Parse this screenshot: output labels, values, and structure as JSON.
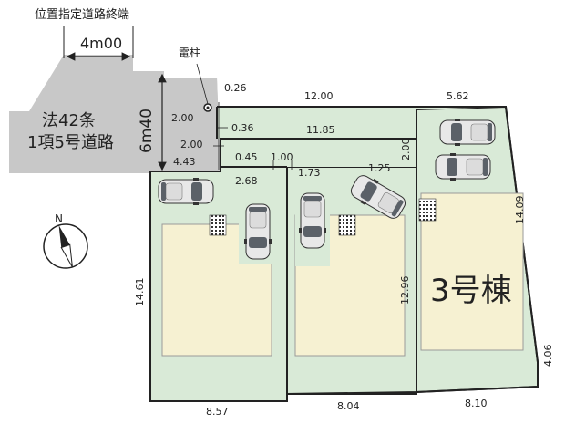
{
  "colors": {
    "road": "#c8c8c8",
    "lot": "#d9ead7",
    "house": "#f6f1d2",
    "boundary": "#222222",
    "car_body": "#e8e8e8",
    "car_glass": "#5b6168"
  },
  "road": {
    "end_label": "位置指定道路終端",
    "width_top": "4m00",
    "width_side": "6m40",
    "legal_line1": "法42条",
    "legal_line2": "1項5号道路",
    "pole_label": "電柱"
  },
  "house_label": "3号棟",
  "compass_label": "N",
  "dimensions": {
    "d_026": "0.26",
    "d_200_a": "2.00",
    "d_036": "0.36",
    "d_200_b": "2.00",
    "d_045": "0.45",
    "d_100": "1.00",
    "d_443": "4.43",
    "d_268": "2.68",
    "d_173": "1.73",
    "d_125": "1.25",
    "d_200_c": "2.00",
    "d_1200": "12.00",
    "d_562": "5.62",
    "d_1185": "11.85",
    "d_1409": "14.09",
    "d_1461": "14.61",
    "d_1296": "12.96",
    "d_406": "4.06",
    "d_857": "8.57",
    "d_804": "8.04",
    "d_810": "8.10"
  }
}
